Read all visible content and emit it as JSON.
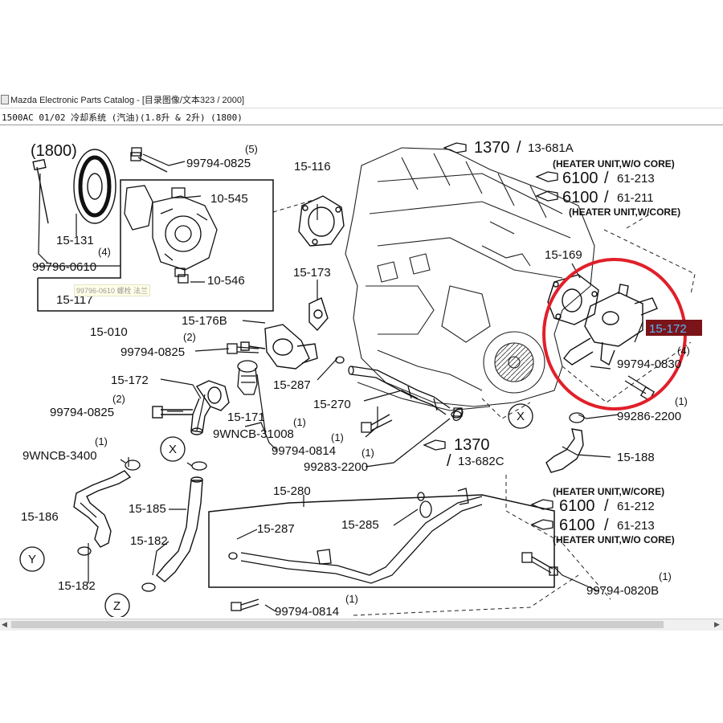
{
  "window": {
    "title": "Mazda Electronic Parts Catalog - [目录图像/文本323 / 2000]",
    "subtitle": "1500AC 01/02 冷却系统 (汽油)(1.8升 & 2升) (1800)"
  },
  "tooltip": "99796-0610 螺栓 法兰",
  "selected_part": "15-172",
  "colors": {
    "highlight_bg": "#7a1418",
    "highlight_text": "#55b8ff",
    "circle_red": "#e0202a",
    "ink": "#111111"
  },
  "labels": {
    "l1800": "(1800)",
    "q5": "(5)",
    "p99794_0825a": "99794-0825",
    "p15_116": "15-116",
    "p10_545": "10-545",
    "p15_131": "15-131",
    "q4": "(4)",
    "p99796_0610": "99796-0610",
    "p10_546": "10-546",
    "p15_117": "15-117",
    "p15_010": "15-010",
    "p15_173": "15-173",
    "p15_176B": "15-176B",
    "q2a": "(2)",
    "p99794_0825b": "99794-0825",
    "p15_169": "15-169",
    "p15_172": "15-172",
    "p15_287a": "15-287",
    "q2b": "(2)",
    "p99794_0825c": "99794-0825",
    "p15_270": "15-270",
    "p15_171": "15-171",
    "q1a": "(1)",
    "p9WNCB_31008": "9WNCB-31008",
    "q1b": "(1)",
    "p99794_0814a": "99794-0814",
    "q1c": "(1)",
    "p99283_2200": "99283-2200",
    "q1d": "(1)",
    "p9WNCB_3400": "9WNCB-3400",
    "p15_186": "15-186",
    "p15_185": "15-185",
    "p15_182a": "15-182",
    "p15_182b": "15-182",
    "p15_280": "15-280",
    "p15_287b": "15-287",
    "p15_285": "15-285",
    "q1e": "(1)",
    "p99794_0814b": "99794-0814",
    "p15_188": "15-188",
    "q1f": "(1)",
    "p99286_2200": "99286-2200",
    "q4b": "(4)",
    "p99794_0830": "99794-0830",
    "q1g": "(1)",
    "p99794_0820B": "99794-0820B",
    "ref1370a": "1370",
    "ref13_681A": "13-681A",
    "ref1370b": "1370",
    "ref13_682C": "13-682C",
    "ref6100a": "6100",
    "ref61_213a": "61-213",
    "ref6100b": "6100",
    "ref61_211": "61-211",
    "ref6100c": "6100",
    "ref61_212": "61-212",
    "ref6100d": "6100",
    "ref61_213b": "61-213",
    "note_wo_core_a": "(HEATER UNIT,W/O CORE)",
    "note_w_core_a": "(HEATER UNIT,W/CORE)",
    "note_w_core_b": "(HEATER UNIT,W/CORE)",
    "note_wo_core_b": "(HEATER UNIT,W/O CORE)",
    "circX1": "X",
    "circX2": "X",
    "circY": "Y",
    "circZ": "Z"
  }
}
